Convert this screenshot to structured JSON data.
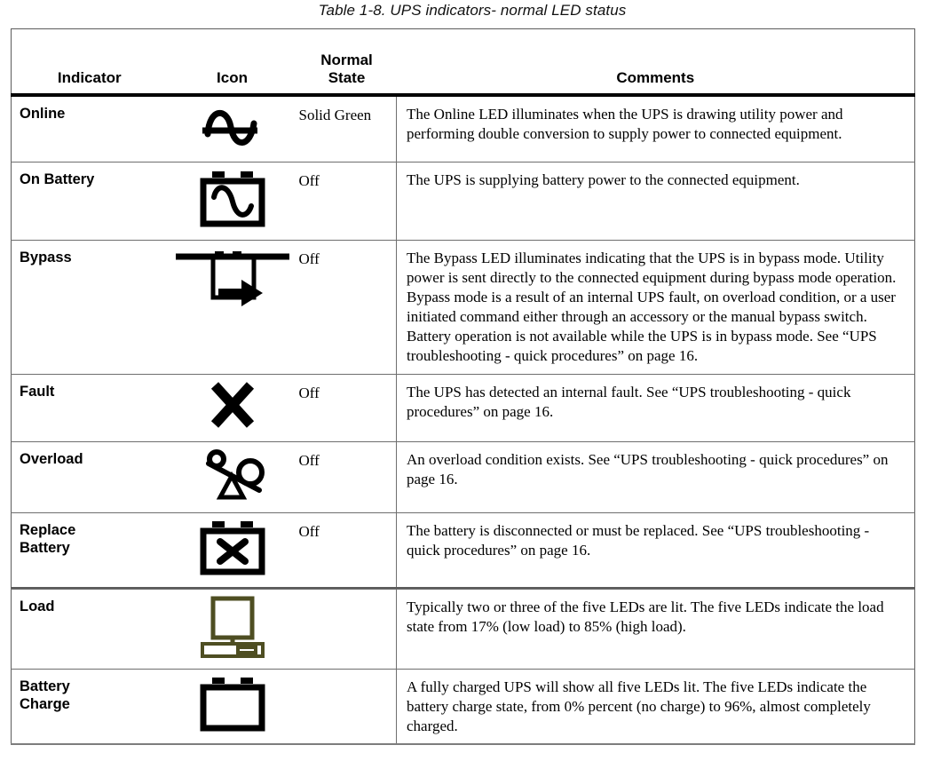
{
  "caption": "Table 1-8. UPS indicators- normal LED status",
  "colors": {
    "ink": "#000000",
    "rule": "#5c5c5c",
    "rule_light": "#6e6e6e",
    "load_icon": "#4e4e22"
  },
  "table": {
    "headers": {
      "indicator": "Indicator",
      "icon": "Icon",
      "normal_state_line1": "Normal",
      "normal_state_line2": "State",
      "comments": "Comments"
    },
    "rows": [
      {
        "indicator": "Online",
        "icon_name": "sine-wave-ac-icon",
        "normal_state": "Solid Green",
        "comment": "The Online LED illuminates when the UPS is drawing utility power and performing double conversion to supply power to connected equipment."
      },
      {
        "indicator": "On Battery",
        "icon_name": "battery-sine-wave-icon",
        "normal_state": "Off",
        "comment": "The UPS is supplying battery power to the connected equipment."
      },
      {
        "indicator": "Bypass",
        "icon_name": "bypass-arrow-icon",
        "normal_state": "Off",
        "comment": "The Bypass LED illuminates indicating that the UPS is in bypass mode. Utility power is sent directly to the connected equipment during bypass mode operation. Bypass mode is a result of an internal UPS fault, on overload condition, or a user initiated command either through an accessory or the manual bypass switch. Battery operation is not available while the UPS is in bypass mode. See “UPS troubleshooting - quick procedures” on page 16."
      },
      {
        "indicator": "Fault",
        "icon_name": "x-cross-icon",
        "normal_state": "Off",
        "comment": "The UPS has detected an internal fault. See “UPS troubleshooting - quick procedures” on page 16."
      },
      {
        "indicator": "Overload",
        "icon_name": "balance-scale-overload-icon",
        "normal_state": "Off",
        "comment": "An overload condition exists. See “UPS troubleshooting - quick procedures” on page 16."
      },
      {
        "indicator": "Replace\nBattery",
        "icon_name": "battery-x-icon",
        "normal_state": "Off",
        "comment": "The battery is disconnected or must be replaced. See “UPS troubleshooting - quick procedures” on page 16."
      }
    ],
    "rows_secondary": [
      {
        "indicator": "Load",
        "icon_name": "computer-load-icon",
        "normal_state": "",
        "comment": "Typically two or three of the five LEDs are lit. The five LEDs indicate the load state from 17% (low load) to 85% (high load)."
      },
      {
        "indicator": "Battery\nCharge",
        "icon_name": "battery-empty-icon",
        "normal_state": "",
        "comment": "A fully charged UPS will show all five LEDs lit. The five LEDs indicate the battery charge state, from 0% percent (no charge) to 96%, almost completely charged."
      }
    ]
  }
}
